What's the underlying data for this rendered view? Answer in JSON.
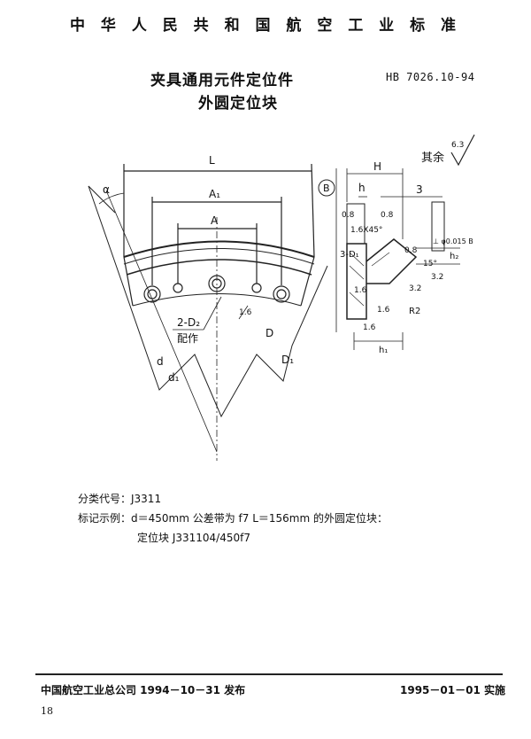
{
  "header": {
    "standard_body": "中 华 人 民 共 和 国 航 空 工 业 标 准"
  },
  "title": {
    "line1": "夹具通用元件定位件",
    "line2": "外圆定位块",
    "standard_no": "HB 7026.10-94"
  },
  "drawing": {
    "roughness_note": "其余",
    "roughness_value": "6.3",
    "labels": {
      "L": "L",
      "A1": "A₁",
      "A": "A",
      "alpha": "α",
      "two_D2": "2-D₂",
      "peizuo": "配作",
      "D": "D",
      "D1": "D₁",
      "d": "d",
      "d1": "d₁",
      "B": "B",
      "H": "H",
      "h": "h",
      "three": "3",
      "three_D1": "3-D₁",
      "chamfer": "1.6X45°",
      "r1": "0.8",
      "r2": "0.8",
      "r3": "0.8",
      "r4": "3.2",
      "r5": "1.6",
      "r6": "1.6",
      "r7": "1.6",
      "r8": "3.2",
      "angle15": "15°",
      "h2": "h₂",
      "R2": "R2",
      "h1": "h₁",
      "flatness": "⊥ φ0.015 B",
      "r_small": "1.6"
    }
  },
  "info": {
    "classification": "分类代号：J3311",
    "marking_example": "标记示例：d＝450mm 公差带为 f7  L＝156mm 的外圆定位块：",
    "marking_code": "定位块   J331104/450f7"
  },
  "footer": {
    "publisher": "中国航空工业总公司 1994－10－31 发布",
    "implement": "1995－01－01 实施",
    "page": "18"
  }
}
